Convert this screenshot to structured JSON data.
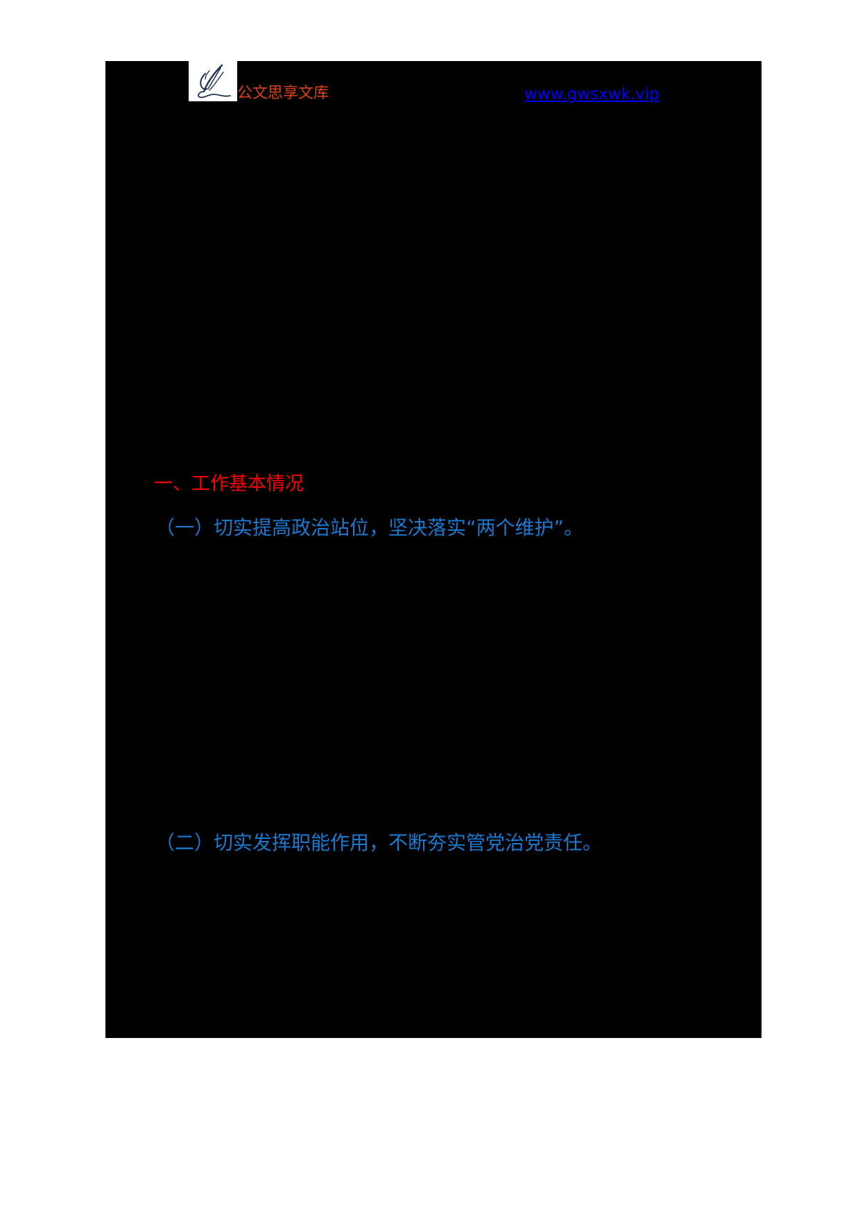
{
  "header": {
    "logo_text": "公文思享文库",
    "site_link": "www.gwsxwk.vip",
    "logo_icon": "quill-pen-icon"
  },
  "content": {
    "section_heading": "一、工作基本情况",
    "subheadings": [
      {
        "label": "（一）切实提高政治站位，坚决落实“两个维护”。"
      },
      {
        "label": "（二）切实发挥职能作用，不断夯实管党治党责任。"
      }
    ]
  },
  "colors": {
    "page_background": "#ffffff",
    "redacted_block": "#000000",
    "logo_text": "#e0401a",
    "link": "#0000ff",
    "section_heading": "#ff0000",
    "subheading": "#1a7ad1"
  }
}
